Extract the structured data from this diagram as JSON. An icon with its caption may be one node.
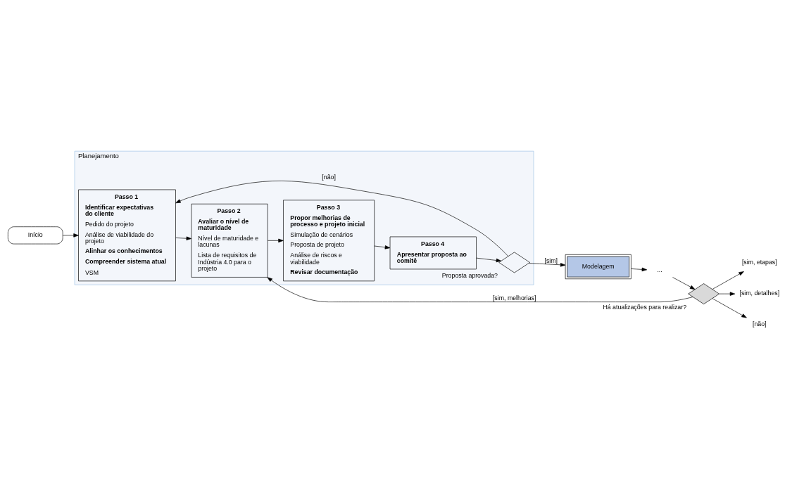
{
  "diagram": {
    "nodes": [
      {
        "text": [
          "Início"
        ]
      },
      {
        "text": [
          "Planejamento"
        ]
      },
      {
        "text": [
          "Passo 1",
          "Identificar expectativas do cliente",
          "Pedido do projeto",
          "Análise de viabilidade do projeto",
          "Alinhar os conhecimentos",
          "Compreender sistema atual",
          "VSM"
        ],
        "in": 1
      },
      {
        "text": [
          "Passo 2",
          "Avaliar o nível de maturidade",
          "Nível de maturidade e lacunas",
          "Lista de requisitos de Indústria 4.0 para o projeto"
        ],
        "in": 1
      },
      {
        "text": [
          "Passo 3",
          "Propor melhorias de processo e projeto inicial",
          "Simulação de cenários",
          "Proposta de projeto",
          "Análise de riscos e viabilidade",
          "Revisar documentação"
        ],
        "in": 1
      },
      {
        "text": [
          "Passo 4",
          "Apresentar proposta ao comitê"
        ],
        "in": 1
      },
      {
        "text": [],
        "shape": "diamond",
        "beside": [
          "Proposta aprovada?"
        ],
        "in": 1
      },
      {
        "text": [
          "Modelagem"
        ]
      },
      {
        "text": [
          "..."
        ]
      },
      {
        "text": [],
        "shape": "diamond",
        "beside": [
          "Há atualizações para realizar?"
        ]
      },
      {
        "text": [
          "[sim, etapas]"
        ]
      },
      {
        "text": [
          "[sim, detalhes]"
        ]
      },
      {
        "text": [
          "[não]"
        ]
      }
    ],
    "edges": [
      {
        "from": 0,
        "to": 2,
        "arrow": "to"
      },
      {
        "from": 2,
        "to": 3,
        "arrow": "to"
      },
      {
        "from": 3,
        "to": 4,
        "arrow": "to"
      },
      {
        "from": 4,
        "to": 5,
        "arrow": "to"
      },
      {
        "from": 5,
        "to": 6,
        "arrow": "to"
      },
      {
        "from": 6,
        "to": 2,
        "arrow": "to",
        "label": "[não]"
      },
      {
        "from": 6,
        "to": 7,
        "arrow": "to",
        "label": "[sim]"
      },
      {
        "from": 7,
        "to": 8,
        "arrow": "to"
      },
      {
        "from": 8,
        "to": 9,
        "arrow": "to"
      },
      {
        "from": 9,
        "to": 3,
        "arrow": "to",
        "label": "[sim, melhorias]"
      },
      {
        "from": 9,
        "to": 10,
        "arrow": "to"
      },
      {
        "from": 9,
        "to": 11,
        "arrow": "to"
      },
      {
        "from": 9,
        "to": 12,
        "arrow": "to"
      }
    ]
  }
}
